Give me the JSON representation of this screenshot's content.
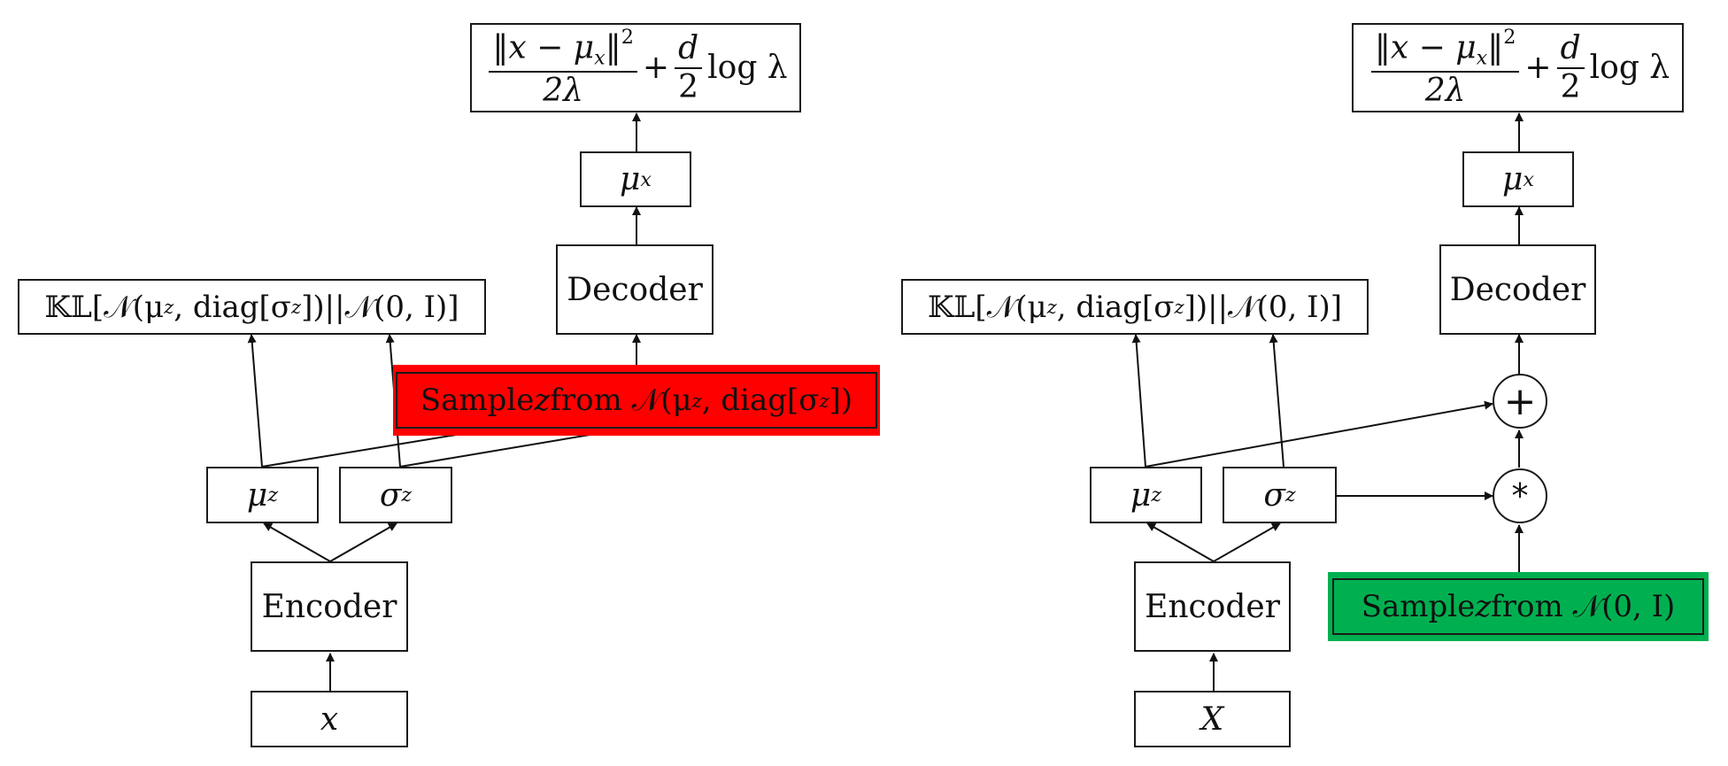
{
  "left": {
    "loss": {
      "num": "‖x − μ",
      "num_sub": "x",
      "num_end": "‖",
      "num_sup": "2",
      "den": "2λ",
      "plus": "+",
      "d_num": "d",
      "d_den": "2",
      "log": "log λ"
    },
    "mu_x": {
      "sym": "μ",
      "sub": "x"
    },
    "decoder": "Decoder",
    "kl": {
      "pre": "𝕂𝕃[𝒩(μ",
      "sub1": "z",
      "mid": ", diag[σ",
      "sub2": "z",
      "post": "])||𝒩(0, I)]"
    },
    "sample": {
      "pre": "Sample ",
      "z": "z",
      "mid": " from 𝒩(μ",
      "sub1": "z",
      "mid2": ", diag[σ",
      "sub2": "z",
      "post": "])"
    },
    "mu_z": {
      "sym": "μ",
      "sub": "z"
    },
    "sigma_z": {
      "sym": "σ",
      "sub": "z"
    },
    "encoder": "Encoder",
    "input": "x"
  },
  "right": {
    "loss": {
      "num": "‖x − μ",
      "num_sub": "x",
      "num_end": "‖",
      "num_sup": "2",
      "den": "2λ",
      "plus": "+",
      "d_num": "d",
      "d_den": "2",
      "log": "log λ"
    },
    "mu_x": {
      "sym": "μ",
      "sub": "x"
    },
    "decoder": "Decoder",
    "kl": {
      "pre": "𝕂𝕃[𝒩(μ",
      "sub1": "z",
      "mid": ", diag[σ",
      "sub2": "z",
      "post": "])||𝒩(0, I)]"
    },
    "plus_op": "+",
    "mult_op": "*",
    "sample": {
      "pre": "Sample ",
      "z": "z",
      "post": " from 𝒩(0, I)"
    },
    "mu_z": {
      "sym": "μ",
      "sub": "z"
    },
    "sigma_z": {
      "sym": "σ",
      "sub": "z"
    },
    "encoder": "Encoder",
    "input": "X"
  },
  "colors": {
    "sample_red": "#ff0000",
    "sample_green": "#00b050",
    "stroke": "#1a1a1a"
  }
}
